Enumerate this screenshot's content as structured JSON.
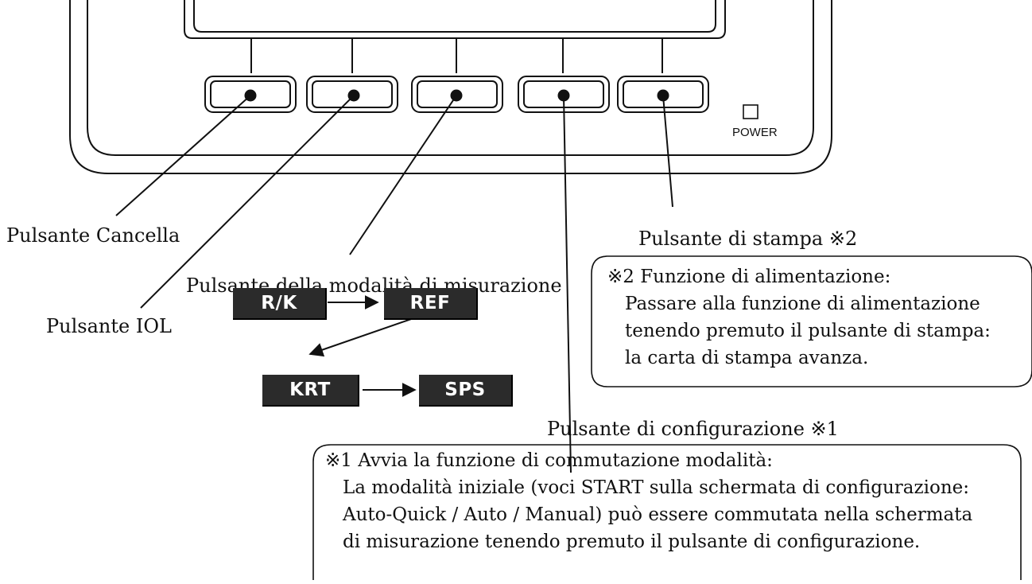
{
  "device": {
    "power_label": "POWER"
  },
  "labels": {
    "clear_button": "Pulsante Cancella",
    "iol_button": "Pulsante IOL",
    "mode_button": "Pulsante della modalità di misurazione",
    "print_button": "Pulsante di stampa ※2",
    "setup_button": "Pulsante  di  configurazione  ※1"
  },
  "modes": {
    "rk": "R/K",
    "ref": "REF",
    "krt": "KRT",
    "sps": "SPS"
  },
  "notes": {
    "feed": {
      "heading": "※2 Funzione di alimentazione:",
      "lines": [
        "Passare alla funzione di alimentazione",
        "tenendo premuto il pulsante di stampa:",
        "la carta di stampa avanza."
      ]
    },
    "switch": {
      "heading": "※1 Avvia la funzione di commutazione modalità:",
      "lines": [
        "La modalità iniziale (voci START sulla schermata di configurazione:",
        "Auto-Quick / Auto / Manual) può essere commutata nella schermata",
        "di misurazione tenendo premuto il pulsante di configurazione."
      ]
    }
  }
}
